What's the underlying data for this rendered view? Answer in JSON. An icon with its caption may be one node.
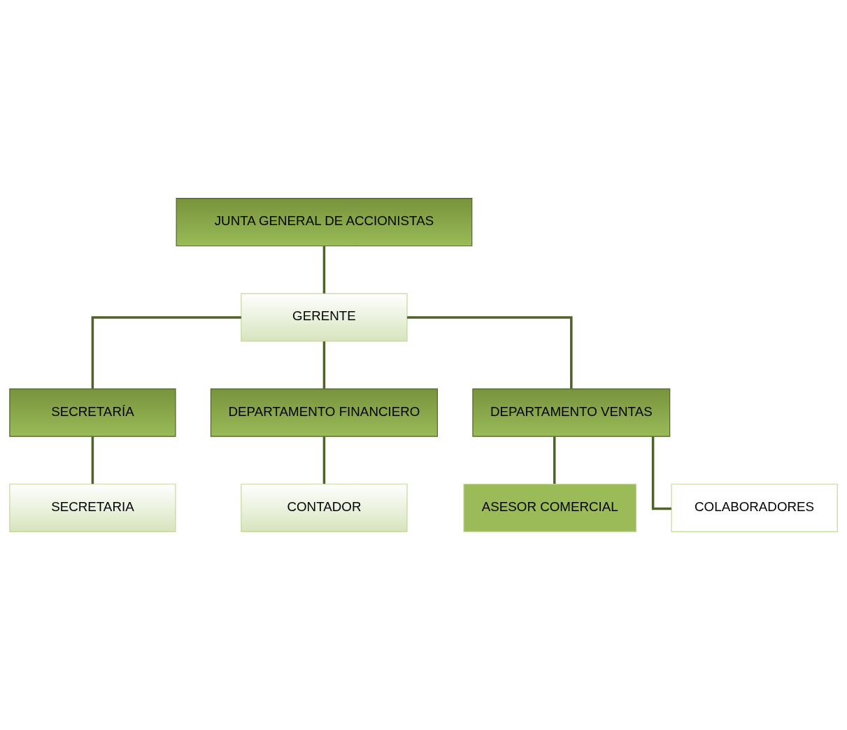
{
  "diagram": {
    "nodes": [
      {
        "text": [
          "JUNTA GENERAL DE ACCIONISTAS"
        ]
      },
      {
        "text": [
          "GERENTE"
        ]
      },
      {
        "text": [
          "SECRETARÍA"
        ]
      },
      {
        "text": [
          "DEPARTAMENTO FINANCIERO"
        ]
      },
      {
        "text": [
          "DEPARTAMENTO VENTAS"
        ]
      },
      {
        "text": [
          "SECRETARIA"
        ]
      },
      {
        "text": [
          "CONTADOR"
        ]
      },
      {
        "text": [
          "ASESOR COMERCIAL"
        ]
      },
      {
        "text": [
          "COLABORADORES"
        ]
      }
    ],
    "edges": [
      {
        "from": 0,
        "to": 1,
        "arrow": "none"
      },
      {
        "from": 1,
        "to": 2,
        "arrow": "none"
      },
      {
        "from": 1,
        "to": 3,
        "arrow": "none"
      },
      {
        "from": 1,
        "to": 4,
        "arrow": "none"
      },
      {
        "from": 2,
        "to": 5,
        "arrow": "none"
      },
      {
        "from": 3,
        "to": 6,
        "arrow": "none"
      },
      {
        "from": 4,
        "to": 7,
        "arrow": "none"
      },
      {
        "from": 4,
        "to": 8,
        "arrow": "none"
      }
    ]
  }
}
